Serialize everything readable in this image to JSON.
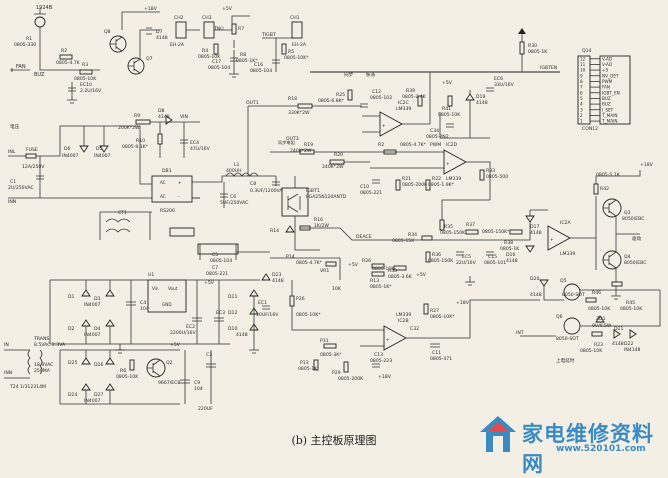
{
  "caption": "(b) 主控板原理图",
  "watermark": {
    "text": "家电维修资料网",
    "url": "www.520101.com"
  },
  "labels": {
    "r1": "R1",
    "r1_val": "0805-330",
    "buzzer_part": "1924B",
    "fan": "FAN",
    "buz": "BUZ",
    "r2": "R2",
    "r2_val": "0805-4.7K",
    "r3": "R3",
    "r3_val": "0805-10K",
    "ec10": "EC10",
    "ec10_val": "2.2U/16V",
    "q8": "Q8",
    "q7": "Q7",
    "v18_top": "+18V",
    "d7": "D7",
    "d7_val": "4148",
    "ch2": "CH2",
    "ch2_conn": "EH-2A",
    "ch3": "CH3",
    "tnu": "TNU",
    "r4": "R4",
    "r4_val": "0805-10K",
    "c17": "C17",
    "c17_val": "0805-104",
    "v5_a": "+5V",
    "r7": "R7",
    "r8": "R8",
    "r8_val": "0805-1K*",
    "ch1": "CH1",
    "ch1_conn": "EH-2A",
    "tigbt": "TIGBT",
    "r5": "R5",
    "r5_val": "0805-10K*",
    "c16": "C16",
    "c16_val": "0805-104",
    "r30": "R30",
    "r30_val": "0805-1K",
    "igbten": "IGBTEN",
    "reset": "同步",
    "sync": "振荡",
    "cn_ac": "电压",
    "vin": "VIN",
    "inl": "INL",
    "fuse": "FUSE",
    "fuse_val": "12A/250V",
    "c1": "C1",
    "c1_val": "2U/250VAC",
    "inn": "INN",
    "d6": "D6",
    "d6_val": "IN4007",
    "d5": "D5",
    "d5_val": "IN4007",
    "r9": "R9",
    "r9_val": "200K*2W",
    "d8": "D8",
    "d8_val": "4148",
    "r10": "R10",
    "r10_val": "0805-9.1K*",
    "ec4": "EC4",
    "ec4_val": "47U/16V",
    "l1": "L1",
    "l1_val": "400UH",
    "c6": "C6",
    "c6_val": "5UF/250VAC",
    "c8": "C8",
    "c8_val": "0.3UF/1200VAC",
    "db1": "DB1",
    "db1_val": "RS206",
    "ct1": "CT1",
    "out1": "OUT1",
    "out3": "OUT3",
    "igbt1": "IGBT1",
    "igbt1_val": "FGA25N120ANTD",
    "r18": "R18",
    "r18_val": "330K*2W",
    "r19": "R19",
    "r19_val": "240K*2W",
    "r20": "R20",
    "r20_val": "240K*2W",
    "r25": "R25",
    "r25_val": "0805-6.8K*",
    "c12": "C12",
    "c12_val": "0805-102",
    "ic2c": "IC2C",
    "ic2c_val": "LM339",
    "r39": "R39",
    "r39_val": "0805-2.4K",
    "ec6": "EC6",
    "ec6_val": "33U/16V",
    "d19": "D19",
    "d19_val": "4148",
    "r41": "R41",
    "r41_val": "0805-10K",
    "c34": "C34",
    "c34_val": "0805-2N2",
    "pwm": "PWM",
    "r2b": "R2",
    "r2b_val": "0805-4.7K*",
    "ic2d": "IC2D",
    "ic2d_val": "LM339",
    "r33": "R33",
    "r33_val": "0805-500",
    "r21": "R21",
    "r21_val": "0805-200K",
    "r22": "R22",
    "r22_val": "0805-1.9K*",
    "c10": "C10",
    "c10_val": "0805-221",
    "r16": "R16",
    "r16_val": "1K/2W",
    "d17": "D17",
    "d17_val": "4148",
    "d16": "D16",
    "d16_val": "4148",
    "r34": "R34",
    "r34_val": "0805-15K",
    "r35": "R35",
    "r35_val": "0805-150K",
    "r36": "R36",
    "r36_val": "0805-150K",
    "r37": "R37",
    "r37_val": "0805-150K*",
    "ec5": "EC5",
    "ec5_val": "22U/16V",
    "c15": "C15",
    "c15_val": "0805-101",
    "deace": "DEACE",
    "r38": "R38",
    "r38_val": "0805-1K",
    "ic2a": "IC2A",
    "ic2a_val": "LM339",
    "r14": "R14",
    "r14_val": "0805-4.7K*",
    "p14": "P14",
    "c5": "C5",
    "c5_val": "0805-104",
    "c7": "C7",
    "c7_val": "0805-221",
    "vr1": "VR1",
    "vr1_val": "10K",
    "r13": "R13",
    "r13_val": "0805-1K*",
    "r26": "R26",
    "r26_val": "0805-10K*",
    "r43": "R43",
    "r43_val": "0805-3.6K",
    "v5_b": "+5V",
    "v18_right": "+18V",
    "r42": "R42",
    "r42_val": "0805-5.1K",
    "q3": "Q3",
    "q3_val": "8050/EBC",
    "q4": "Q4",
    "q4_val": "8050/EBC",
    "drive": "驱动",
    "q5": "Q5",
    "q5_val": "8050-SOT",
    "q6": "Q6",
    "q6_val": "8050-SOT",
    "r45": "R45",
    "r45_val": "0805-10K",
    "r46": "R46",
    "r46_val": "0805-10K",
    "zd1": "ZD1",
    "zd1_val": "9V/0.5W",
    "d20": "D20",
    "d20_val": "4148",
    "r23": "R23",
    "r23_val": "0805-10K",
    "d21": "D21",
    "d21_val": "4148",
    "d22": "D22",
    "d22_val": "IN4148",
    "overvolt": "上电延时",
    "int": "INT",
    "u1": "U1",
    "u1_vin": "Vin",
    "u1_vout": "Vout",
    "u1_gnd": "GND",
    "d1": "D1",
    "d2": "D2",
    "d3": "D3",
    "d4": "D4",
    "diode_val": "IN4007",
    "c4": "C4",
    "c4_val": "104",
    "ec2": "EC2",
    "ec2_val": "2200U/16V",
    "ec3": "EC3",
    "d11": "D11",
    "d12": "D12",
    "d10": "D10",
    "d23": "D23",
    "d_4148": "4148",
    "ec1": "EC1",
    "ec1_val": "10UF/16V",
    "p26": "P26",
    "p26_val": "0805-10K*",
    "r27": "R27",
    "r27_val": "0805-10K*",
    "c32": "C32",
    "c11": "C11",
    "c11_val": "0805-471",
    "ic2b": "IC2B",
    "ic2b_val": "LM339",
    "p31": "P31",
    "p31_val": "0805-3K*",
    "p13": "P13",
    "p13_val": "0805-1K",
    "p29": "P29",
    "p29_val": "0805-200K",
    "c13": "C13",
    "c13_val": "0805-223",
    "trans": "TRANS",
    "trans_val": "8.5VAC 2.3VA",
    "in": "IN",
    "d25": "D25",
    "d26": "D26",
    "d24": "D24",
    "d27": "D27",
    "sec_val": "18.9VAC",
    "sec_val2": "250MA",
    "t24": "T24",
    "t24_val": "1/312314M",
    "q2": "Q2",
    "q2_val": "9667/ECB",
    "r6": "R6",
    "r6_val": "0805-10K",
    "c9": "C9",
    "c9_val": "104",
    "c3": "C3",
    "c3_val": "220UF",
    "q14": "Q14",
    "con": "CON12",
    "pins": [
      "12",
      "11",
      "10",
      "9",
      "8",
      "7",
      "6",
      "5",
      "4",
      "3",
      "2",
      "1"
    ],
    "signals": [
      "V-AD",
      "V-AD",
      "+5",
      "NV_DET",
      "PWM",
      "FAN",
      "IGBT_EN",
      "BUZ",
      "BUZ",
      "I_SET",
      "T_MAIN",
      "T_MAIN"
    ]
  }
}
